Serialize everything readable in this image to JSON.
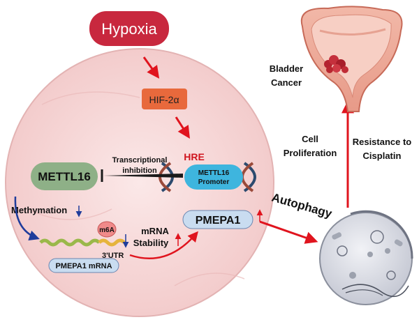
{
  "labels": {
    "hypoxia": "Hypoxia",
    "hif": "HIF-2α",
    "hre": "HRE",
    "transcriptional_line1": "Transcriptional",
    "transcriptional_line2": "inhibition",
    "mettl16": "METTL16",
    "promoter_line1": "METTL16",
    "promoter_line2": "Promoter",
    "methymation": "Methymation",
    "m6a": "m6A",
    "utr": "3'UTR",
    "pmepa1_mrna": "PMEPA1 mRNA",
    "mrna_line1": "mRNA",
    "mrna_line2": "Stability",
    "pmepa1": "PMEPA1",
    "autophagy": "Autophagy",
    "cell_line1": "Cell",
    "cell_line2": "Proliferation",
    "resistance_line1": "Resistance to",
    "resistance_line2": "Cisplatin",
    "bladder_line1": "Bladder",
    "bladder_line2": "Cancer"
  },
  "colors": {
    "hypoxia_fill": "#c8283e",
    "hif_fill": "#e8693c",
    "cell_fill": "#f7d9d9",
    "mettl16_fill": "#8eb087",
    "promoter_fill": "#3eb5de",
    "pmepa1_fill": "#c9dcf0",
    "arrow_red": "#e0141e",
    "arrow_blue": "#1f3c9b",
    "hre_text": "#d0141e"
  }
}
